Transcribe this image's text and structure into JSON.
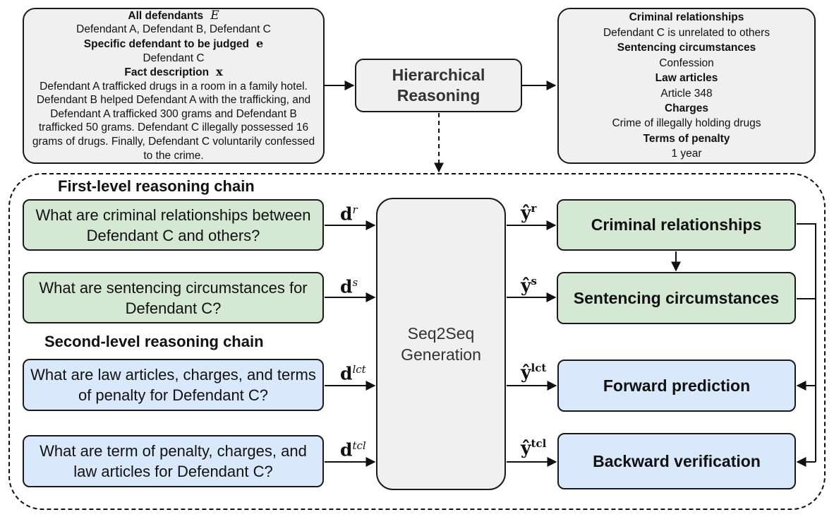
{
  "input": {
    "all_defendants_label": "All defendants",
    "all_defendants_symbol": "E",
    "all_defendants_value": "Defendant A, Defendant B, Defendant C",
    "specific_label": "Specific defendant to be judged",
    "specific_symbol": "e",
    "specific_value": "Defendant C",
    "fact_label": "Fact description",
    "fact_symbol": "x",
    "fact_text": "Defendant A trafficked drugs in a room in a family hotel. Defendant B helped Defendant A with the trafficking, and Defendant A trafficked 300 grams and Defendant B trafficked 50 grams. Defendant C illegally possessed 16 grams of drugs. Finally, Defendant C voluntarily confessed to the crime."
  },
  "hierarchical": {
    "line1": "Hierarchical",
    "line2": "Reasoning"
  },
  "output": {
    "rel_label": "Criminal relationships",
    "rel_value": "Defendant C is unrelated to others",
    "sent_label": "Sentencing circumstances",
    "sent_value": "Confession",
    "law_label": "Law articles",
    "law_value": "Article 348",
    "charges_label": "Charges",
    "charges_value": "Crime of illegally holding drugs",
    "penalty_label": "Terms of penalty",
    "penalty_value": "1 year"
  },
  "chains": {
    "first": "First-level reasoning chain",
    "second": "Second-level reasoning chain"
  },
  "questions": {
    "q1": "What are criminal relationships between Defendant C and others?",
    "q2": "What are sentencing circumstances for Defendant C?",
    "q3": "What are law articles, charges, and terms of penalty for Defendant C?",
    "q4": "What are term of penalty, charges, and law articles for Defendant C?"
  },
  "inputs_labels": {
    "d_base": "d",
    "d1_sup": "r",
    "d2_sup": "s",
    "d3_sup": "lct",
    "d4_sup": "tcl"
  },
  "seq2seq": {
    "line1": "Seq2Seq",
    "line2": "Generation"
  },
  "outputs_labels": {
    "y_base": "ŷ",
    "y1_sup": "r",
    "y2_sup": "s",
    "y3_sup": "lct",
    "y4_sup": "tcl"
  },
  "results": {
    "r1": "Criminal relationships",
    "r2": "Sentencing circumstances",
    "r3": "Forward prediction",
    "r4": "Backward verification"
  },
  "colors": {
    "green": "#d5e8d4",
    "blue": "#dae8fc",
    "grey": "#f0f0f0",
    "stroke": "#1a1a1a"
  }
}
